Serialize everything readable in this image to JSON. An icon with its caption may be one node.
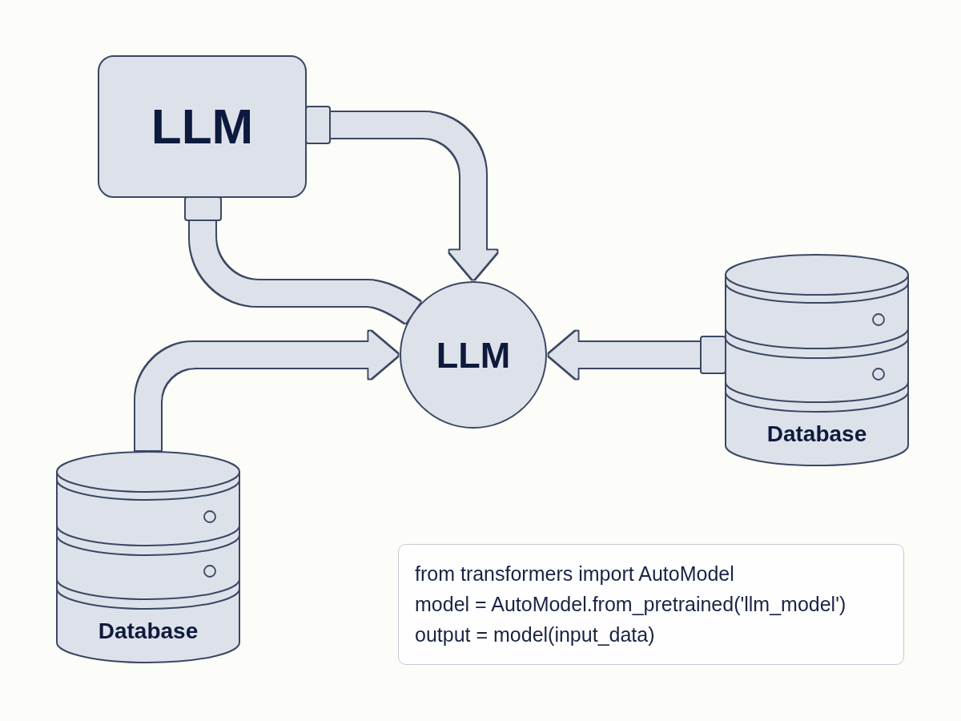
{
  "diagram": {
    "nodes": [
      {
        "text": [
          "LLM"
        ]
      },
      {
        "text": [
          "LLM"
        ]
      },
      {
        "text": [
          "Database"
        ]
      },
      {
        "text": [
          "Database"
        ]
      },
      {
        "text": [
          "from transformers import AutoModel",
          "model = AutoModel.from_pretrained('llm_model')",
          "output = model(input_data)"
        ]
      }
    ],
    "edges": [
      {
        "from": 0,
        "to": 1,
        "arrow": "to"
      },
      {
        "from": 0,
        "to": 1,
        "arrow": "none"
      },
      {
        "from": 3,
        "to": 1,
        "arrow": "to"
      },
      {
        "from": 2,
        "to": 1,
        "arrow": "to"
      }
    ]
  }
}
